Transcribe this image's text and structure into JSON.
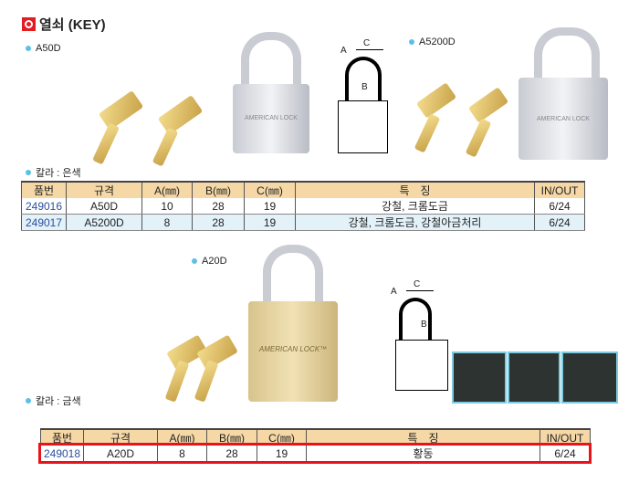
{
  "title": "열쇠 (KEY)",
  "section1": {
    "models": [
      "A50D",
      "A5200D"
    ],
    "color_label": "칼라 : 은색",
    "lock_text": [
      "AMERICAN LOCK",
      "AMERICAN LOCK"
    ],
    "diagram_labels": {
      "a": "A",
      "b": "B",
      "c": "C"
    },
    "headers": [
      "품번",
      "규격",
      "A(㎜)",
      "B(㎜)",
      "C(㎜)",
      "특　징",
      "IN/OUT"
    ],
    "rows": [
      [
        "249016",
        "A50D",
        "10",
        "28",
        "19",
        "강철, 크롬도금",
        "6/24"
      ],
      [
        "249017",
        "A5200D",
        "8",
        "28",
        "19",
        "강철, 크롬도금, 강철아금처리",
        "6/24"
      ]
    ]
  },
  "section2": {
    "model": "A20D",
    "color_label": "칼라 : 금색",
    "lock_text": "AMERICAN LOCK™",
    "diagram_labels": {
      "a": "A",
      "b": "B",
      "c": "C"
    },
    "headers": [
      "품번",
      "규격",
      "A(㎜)",
      "B(㎜)",
      "C(㎜)",
      "특　징",
      "IN/OUT"
    ],
    "rows": [
      [
        "249018",
        "A20D",
        "8",
        "28",
        "19",
        "황동",
        "6/24"
      ]
    ]
  }
}
